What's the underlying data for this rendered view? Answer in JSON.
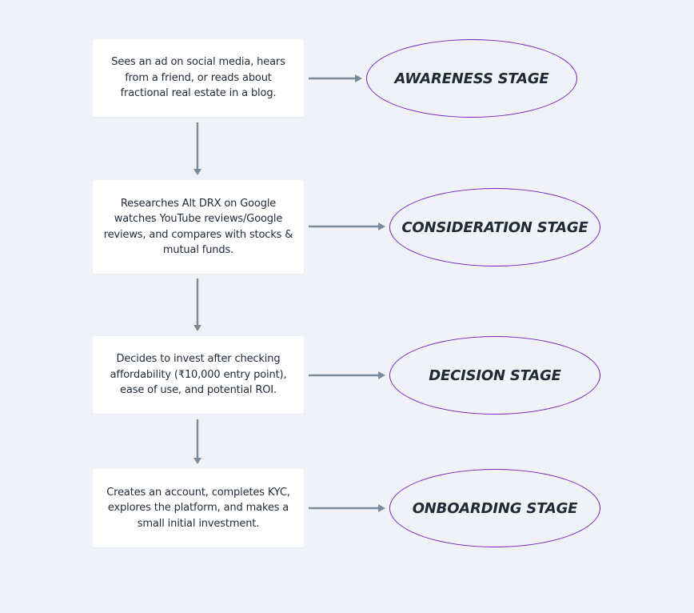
{
  "flow": {
    "steps": [
      {
        "description": "Sees an ad on social media, hears\nfrom a friend, or reads about\nfractional real estate in a blog.",
        "stage": "AWARENESS STAGE"
      },
      {
        "description": "Researches Alt DRX on Google\nwatches YouTube reviews/Google\nreviews, and compares with stocks &\nmutual funds.",
        "stage": "CONSIDERATION STAGE"
      },
      {
        "description": "Decides to invest after checking\naffordability (₹10,000 entry point),\nease of use, and potential ROI.",
        "stage": "DECISION STAGE"
      },
      {
        "description": "Creates an account, completes KYC,\nexplores the platform, and makes a\nsmall initial investment.",
        "stage": "ONBOARDING STAGE"
      }
    ]
  },
  "colors": {
    "background": "#eff3f7",
    "box": "#ffffff",
    "arrow": "#7c8b99",
    "ellipse_border": "#7a1fc2",
    "text": "#1f2a36"
  }
}
